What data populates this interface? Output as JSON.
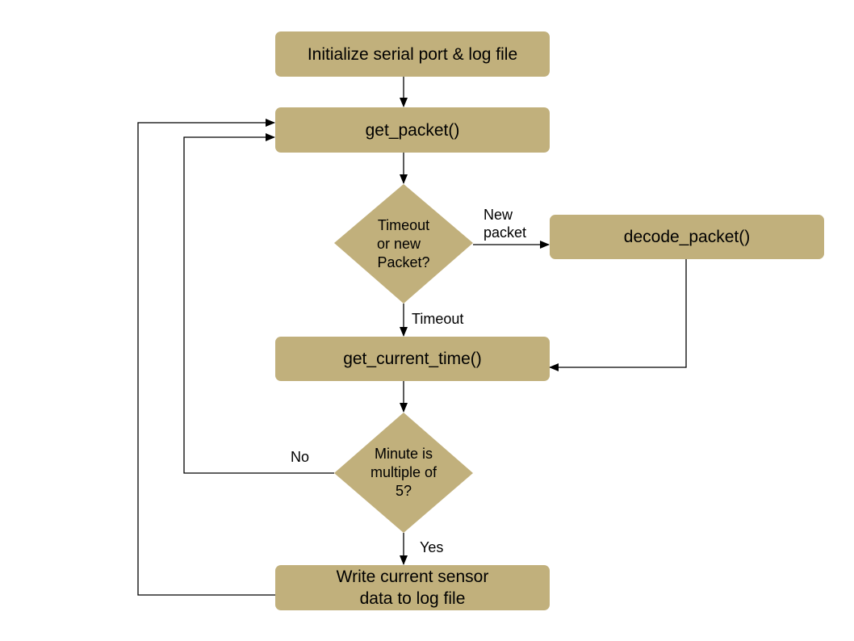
{
  "diagram": {
    "colors": {
      "box_fill": "#c1b07c",
      "line": "#000000",
      "background": "#ffffff"
    },
    "nodes": {
      "init": "Initialize serial port & log file",
      "get_packet": "get_packet()",
      "decision_packet": [
        "Timeout",
        "or new",
        "Packet?"
      ],
      "decode_packet": "decode_packet()",
      "get_current_time": "get_current_time()",
      "decision_minute": [
        "Minute is",
        "multiple of",
        "5?"
      ],
      "write_log": [
        "Write current sensor",
        "data to log file"
      ]
    },
    "edge_labels": {
      "new_packet": [
        "New",
        "packet"
      ],
      "timeout": "Timeout",
      "no": "No",
      "yes": "Yes"
    },
    "edges": [
      {
        "from": "init",
        "to": "get_packet"
      },
      {
        "from": "get_packet",
        "to": "decision_packet"
      },
      {
        "from": "decision_packet",
        "to": "decode_packet",
        "label": "New packet"
      },
      {
        "from": "decision_packet",
        "to": "get_current_time",
        "label": "Timeout"
      },
      {
        "from": "decode_packet",
        "to": "get_current_time"
      },
      {
        "from": "get_current_time",
        "to": "decision_minute"
      },
      {
        "from": "decision_minute",
        "to": "get_packet",
        "label": "No"
      },
      {
        "from": "decision_minute",
        "to": "write_log",
        "label": "Yes"
      },
      {
        "from": "write_log",
        "to": "get_packet"
      }
    ]
  }
}
